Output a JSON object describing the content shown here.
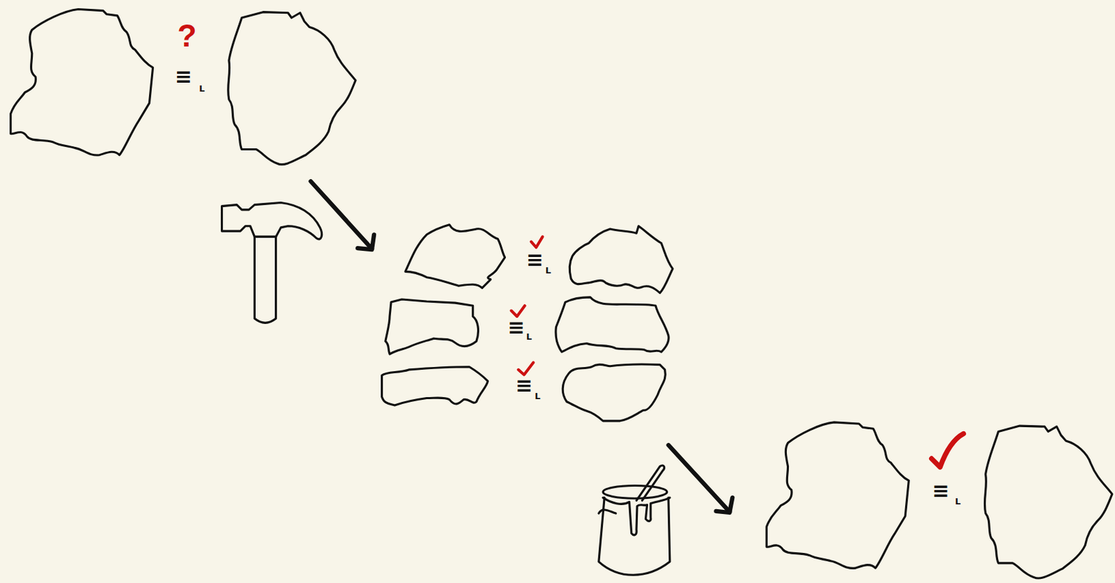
{
  "diagram": {
    "labels": [
      "?",
      "≡",
      "L",
      "≡",
      "L",
      "≡",
      "L",
      "≡",
      "L",
      "≡",
      "L"
    ]
  }
}
